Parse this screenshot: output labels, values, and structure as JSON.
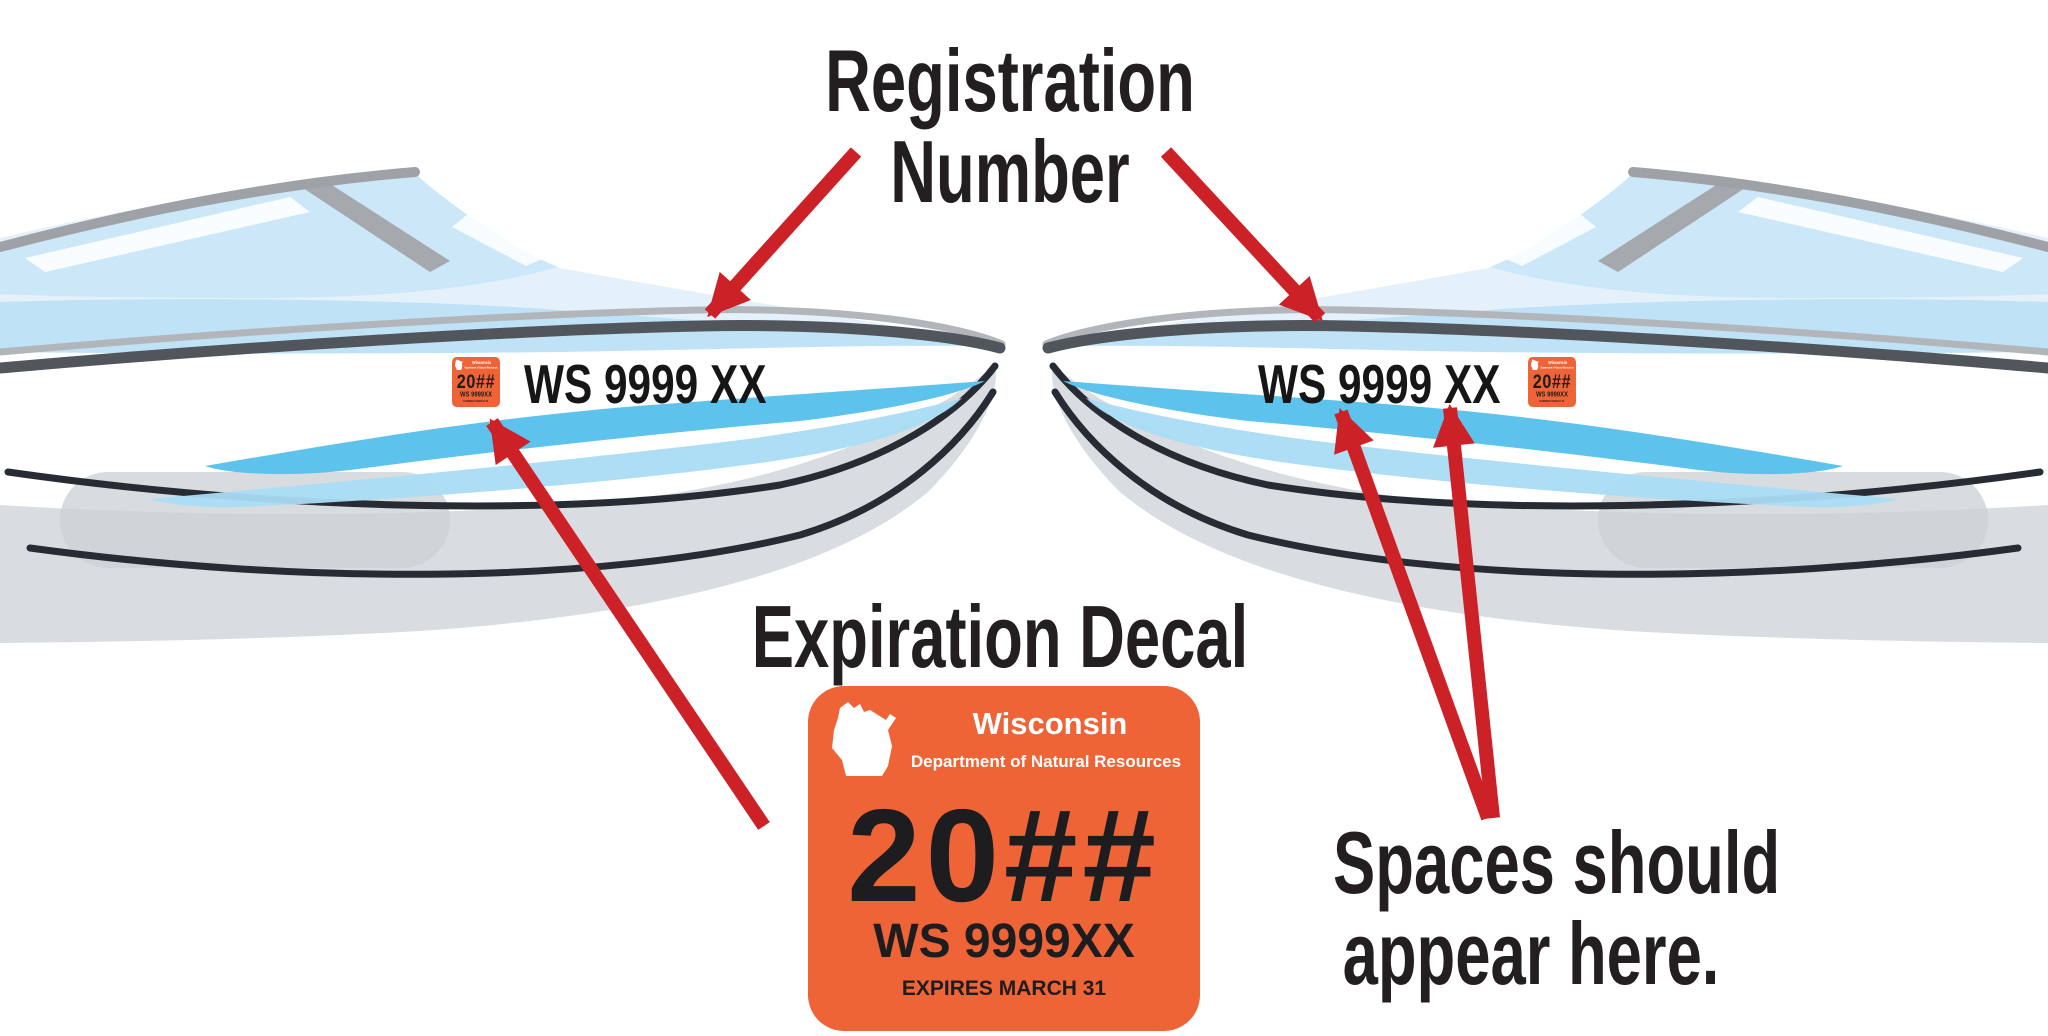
{
  "title": {
    "line1": "Registration",
    "line2": "Number"
  },
  "expiration_label": "Expiration Decal",
  "spaces_note": {
    "line1": "Spaces should",
    "line2": "appear here."
  },
  "registration": {
    "left_boat_number": "WS 9999 XX",
    "right_boat_number": "WS 9999 XX"
  },
  "decal": {
    "state": "Wisconsin",
    "agency": "Department of Natural Resources",
    "year": "20##",
    "number": "WS 9999XX",
    "expires": "EXPIRES MARCH 31"
  },
  "icons": {
    "wisconsin_state_icon": "white silhouette of the state of Wisconsin",
    "arrow_icon": "red pointer arrow"
  },
  "colors": {
    "decal_orange": "#EE6437",
    "arrow_red": "#CC2127",
    "text_black": "#231F20",
    "stripe_blue": "#5EC3EC",
    "stripe_light_blue": "#A9DCF4",
    "deck_pale_blue": "#E4F1FB",
    "deck_mid_blue": "#BFE2F6",
    "hull_gray": "#D9DDE1",
    "gunwale_dark": "#51565C"
  }
}
